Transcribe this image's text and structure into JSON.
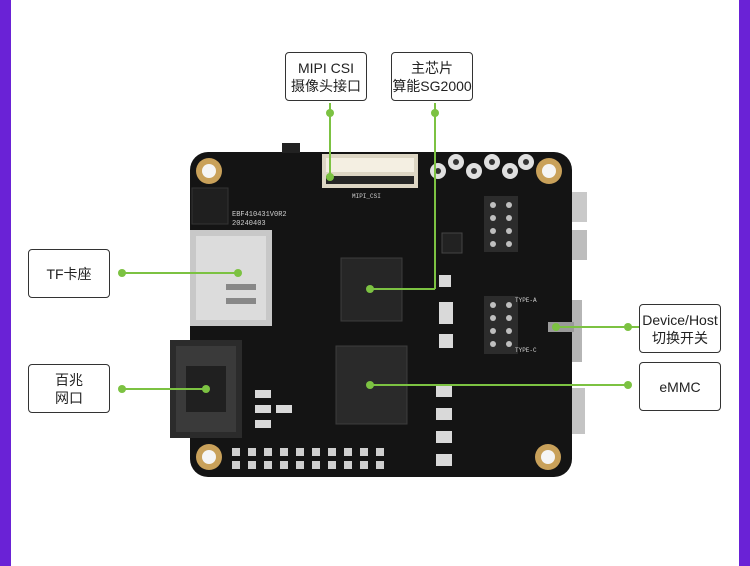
{
  "labels": {
    "mipi": {
      "line1": "MIPI CSI",
      "line2": "摄像头接口"
    },
    "soc": {
      "line1": "主芯片",
      "line2": "算能SG2000"
    },
    "tf": {
      "line1": "TF卡座"
    },
    "ethernet": {
      "line1": "百兆",
      "line2": "网口"
    },
    "switch": {
      "line1": "Device/Host",
      "line2": "切换开关"
    },
    "emmc": {
      "line1": "eMMC"
    }
  },
  "board_silkscreen": {
    "model": "EBF410431V0R2",
    "date": "20240403",
    "connector": "MIPI_CSI",
    "type_a": "TYPE-A",
    "type_c": "TYPE-C"
  },
  "colors": {
    "frame": "#6a22d6",
    "callout": "#7cc242",
    "board": "#141414",
    "label_border": "#333333"
  }
}
